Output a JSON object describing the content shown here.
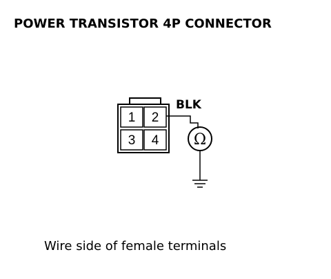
{
  "title": "POWER TRANSISTOR 4P CONNECTOR",
  "connector": {
    "pins": [
      "1",
      "2",
      "3",
      "4"
    ]
  },
  "wire_color": "BLK",
  "meter_symbol": "Ω",
  "caption": "Wire side of female terminals"
}
